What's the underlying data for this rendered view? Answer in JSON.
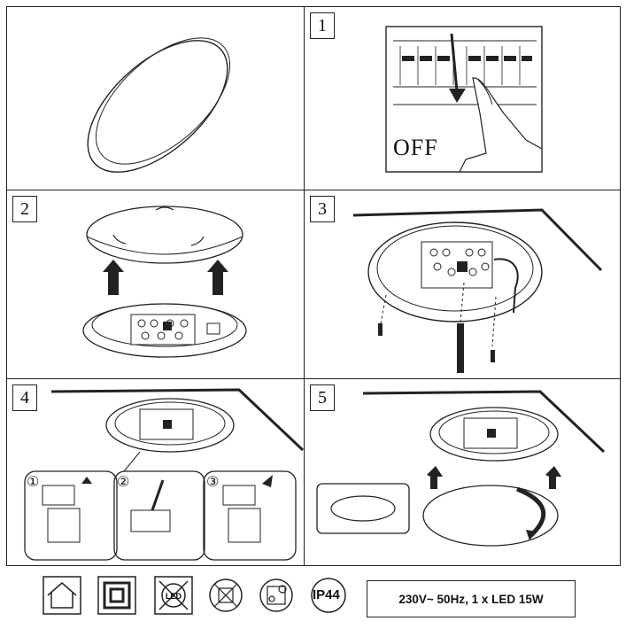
{
  "steps": {
    "s1": "1",
    "s2": "2",
    "s3": "3",
    "s4": "4",
    "s5": "5"
  },
  "panel1": {
    "switch_label": "OFF"
  },
  "panel4": {
    "sub1": "①",
    "sub2": "②",
    "sub3": "③"
  },
  "footer": {
    "icons": [
      "indoor-use-icon",
      "class-ii-double-insulation-icon",
      "led-not-replaceable-icon",
      "no-dimmer-icon",
      "no-sensor-icon",
      "ip44-icon"
    ],
    "ip_rating": "IP44",
    "led_mark": "LED",
    "spec": "230V~ 50Hz, 1 x LED 15W"
  }
}
